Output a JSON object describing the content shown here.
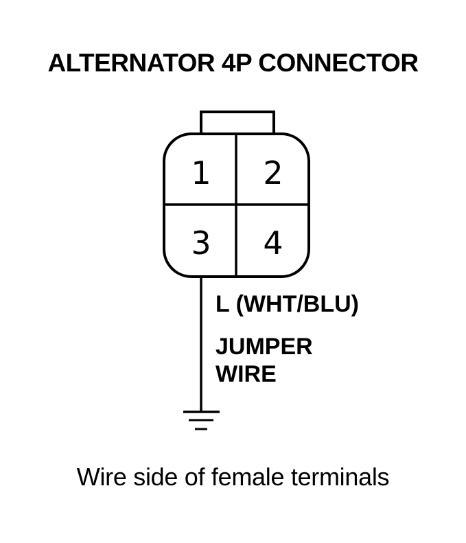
{
  "title": "ALTERNATOR 4P CONNECTOR",
  "connector": {
    "pins": [
      "1",
      "2",
      "3",
      "4"
    ]
  },
  "wire": {
    "terminal_label": "L (WHT/BLU)",
    "jumper_line1": "JUMPER",
    "jumper_line2": "WIRE"
  },
  "caption": "Wire side of female terminals",
  "colors": {
    "ink": "#000000",
    "background": "#ffffff"
  }
}
